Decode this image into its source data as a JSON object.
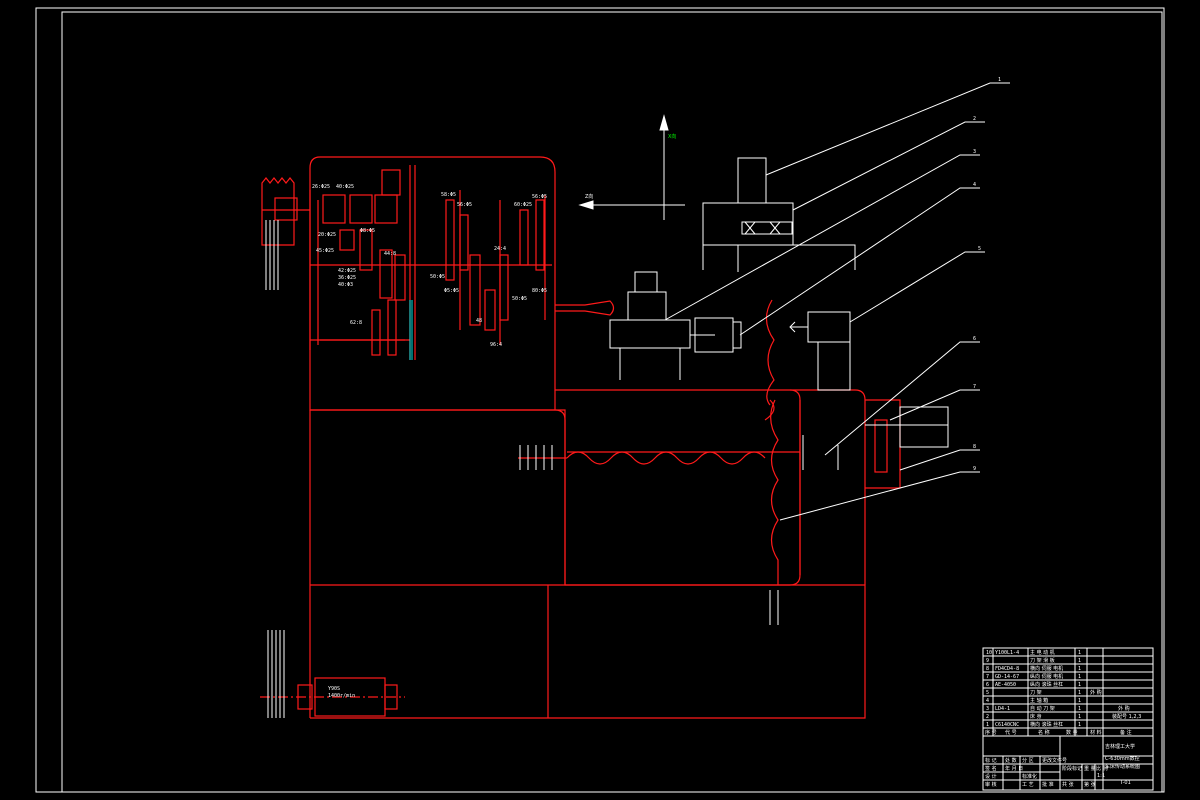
{
  "diagram": {
    "axis_labels": {
      "vertical": "X向",
      "horizontal": "Z向"
    },
    "leader_numbers": [
      "1",
      "2",
      "3",
      "4",
      "5",
      "6",
      "7",
      "8",
      "9"
    ],
    "gear_labels": [
      "26:Φ25",
      "40:Φ25",
      "58:Φ5",
      "56:Φ5",
      "60:Φ25",
      "56:Φ5",
      "20:Φ25",
      "45:Φ25",
      "Φ8:Φ5",
      "44:8",
      "42:Φ25",
      "36:Φ25",
      "40:Φ3",
      "50:Φ5",
      "24:4",
      "Φ5:Φ5",
      "50:Φ5",
      "80:Φ5",
      "62:8",
      "96:4",
      "48"
    ],
    "motor_label_1": "Y90S",
    "motor_label_2": "1400r/min"
  },
  "title_block": {
    "parts": [
      {
        "no": "10",
        "code": "Y100L1-4",
        "name": "主 电 动 机",
        "qty": "1"
      },
      {
        "no": "9",
        "code": "",
        "name": "刀 架 滑 板",
        "qty": "1"
      },
      {
        "no": "8",
        "code": "FD4CD4-8",
        "name": "横向 伺服 电机",
        "qty": "1"
      },
      {
        "no": "7",
        "code": "GD-14-67",
        "name": "纵向 伺服 电机",
        "qty": "1"
      },
      {
        "no": "6",
        "code": "AE-4050",
        "name": "纵向 滚珠 丝杠",
        "qty": "1"
      },
      {
        "no": "5",
        "code": "",
        "name": "刀 架",
        "qty": "1"
      },
      {
        "no": "4",
        "code": "",
        "name": "主 轴 箱",
        "qty": "1"
      },
      {
        "no": "3",
        "code": "LD4-1",
        "name": "自 动 刀 架",
        "qty": "1"
      },
      {
        "no": "2",
        "code": "",
        "name": "床 身",
        "qty": "1"
      },
      {
        "no": "1",
        "code": "C6140CNC",
        "name": "横向 滚珠 丝杠",
        "qty": "1"
      }
    ],
    "remarks": [
      "外 购",
      "外 购",
      "装配号 1,2,3"
    ],
    "header": [
      "序 号",
      "代 号",
      "名 称",
      "数 量",
      "材 料",
      "备 注"
    ],
    "school": "吉林理工大学",
    "title_line1": "C-630mm数控",
    "title_line2": "车床传动系统图",
    "drawing_no": "T-01",
    "scale": "1:1",
    "labels": [
      "标 记",
      "处 数",
      "分 区",
      "更改文件号",
      "签 名",
      "年 月 日",
      "设 计",
      "标准化",
      "审 核",
      "工 艺",
      "批 准",
      "阶段标记",
      "重 量",
      "比 例",
      "共 张",
      "第 张"
    ]
  }
}
